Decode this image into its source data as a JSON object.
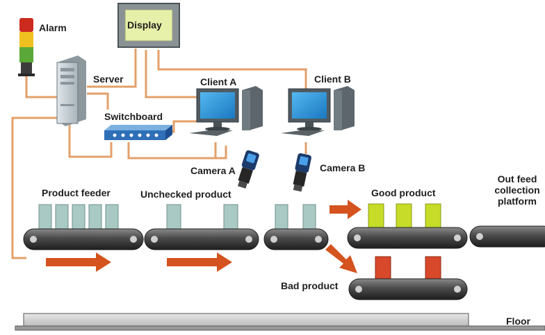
{
  "labels": {
    "alarm": "Alarm",
    "display": "Display",
    "server": "Server",
    "client_a": "Client A",
    "client_b": "Client B",
    "switchboard": "Switchboard",
    "camera_a": "Camera A",
    "camera_b": "Camera B",
    "product_feeder": "Product feeder",
    "unchecked_product": "Unchecked product",
    "good_product": "Good product",
    "bad_product": "Bad product",
    "out_feed_line1": "Out feed",
    "out_feed_line2": "collection",
    "out_feed_line3": "platform",
    "floor": "Floor"
  },
  "colors": {
    "cable": "#e3a06a",
    "arrow": "#d4531f",
    "unchecked_box": "#a9c9c4",
    "good_box": "#c6dc28",
    "bad_box": "#d8482a",
    "belt": "#3a3a3a",
    "display_screen": "#e6f0a8",
    "monitor_screen": "#2a9be0"
  },
  "icons": [
    "alarm-light-icon",
    "display-monitor-icon",
    "server-tower-icon",
    "switchboard-icon",
    "client-computer-icon",
    "camera-icon",
    "conveyor-belt-icon",
    "flow-arrow-icon"
  ]
}
